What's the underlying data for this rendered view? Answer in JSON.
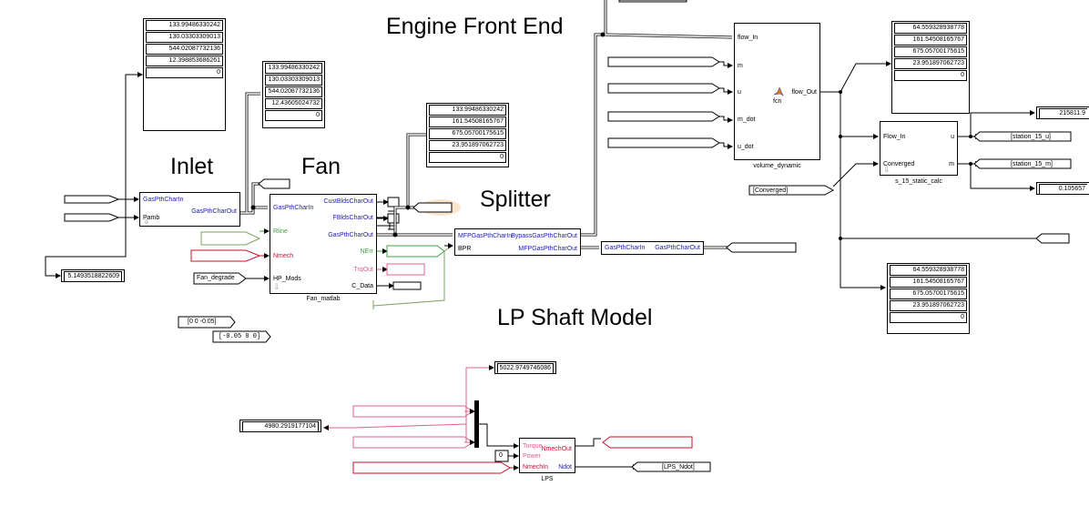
{
  "titles": {
    "engine_front_end": "Engine Front End",
    "inlet": "Inlet",
    "fan": "Fan",
    "splitter": "Splitter",
    "lp_shaft": "LP Shaft Model"
  },
  "blocks": {
    "inlet": {
      "in1": "GasPthCharIn",
      "in2": "Pamb",
      "out1": "GasPthCharOut"
    },
    "fan": {
      "name": "Fan_matlab",
      "in1": "GasPthCharIn",
      "in2": "Rline",
      "in3": "Nmech",
      "in4": "HP_Mods",
      "out1": "CustBldsCharOut",
      "out2": "FBldsCharOut",
      "out3": "GasPthCharOut",
      "out4": "NErr",
      "out5": "TrqOut",
      "out6": "C_Data"
    },
    "splitter": {
      "in1": "MFPGasPthCharIn",
      "in2": "BPR",
      "out1": "BypassGasPthCharOut",
      "out2": "MFPGasPthCharOut"
    },
    "duct": {
      "in1": "GasPthCharIn",
      "out1": "GasPthCharOut"
    },
    "volume_dynamic": {
      "name": "volume_dynamic",
      "in1": "flow_In",
      "in2": "m",
      "in3": "u",
      "in4": "m_dot",
      "in5": "u_dot",
      "out1": "flow_Out",
      "fcn": "fcn"
    },
    "static_calc": {
      "name": "s_15_static_calc",
      "in1": "Flow_In",
      "in2": "Converged",
      "out1": "u",
      "out2": "m"
    },
    "lps": {
      "name": "LPS",
      "in1": "Torque",
      "in2": "Power",
      "in3": "NmechIn",
      "out1": "NmechOut",
      "out2": "Ndot"
    }
  },
  "displays": {
    "inlet_display": [
      "133.99486330242",
      "130.03303309013",
      "544.02087732136",
      "12.398853686261",
      "0"
    ],
    "fan_display": [
      "133.99486330242",
      "130.03303309013",
      "544.02087732136",
      "12.43605024732",
      "0"
    ],
    "splitter_display": [
      "133.99486330242",
      "161.54508165767",
      "675.05700175615",
      "23.951897062723",
      "0"
    ],
    "volume_display": [
      "64.559328938778",
      "161.54508165767",
      "675.05700175615",
      "23.951897062723",
      "0"
    ],
    "bottom_right_display": [
      "64.559328938778",
      "161.54508165767",
      "675.05700175615",
      "23.951897062723",
      "0"
    ],
    "pamb_value": "5.1493518822609",
    "lps_power_value": "5022.9749746086",
    "lps_torque_value": "4980.2919177104",
    "u_value": "215811.9",
    "m_value": "0.105657",
    "lps_const": "0"
  },
  "tags": {
    "converged": "[Converged]",
    "station_u": "[station_15_u]",
    "station_m": "[station_15_m]",
    "lps_ndot": "[LPS_Ndot]",
    "fan_degrade": "Fan_degrade",
    "const1": "[0 0 -0.05]",
    "const2": "[-0.05 0 0]"
  }
}
